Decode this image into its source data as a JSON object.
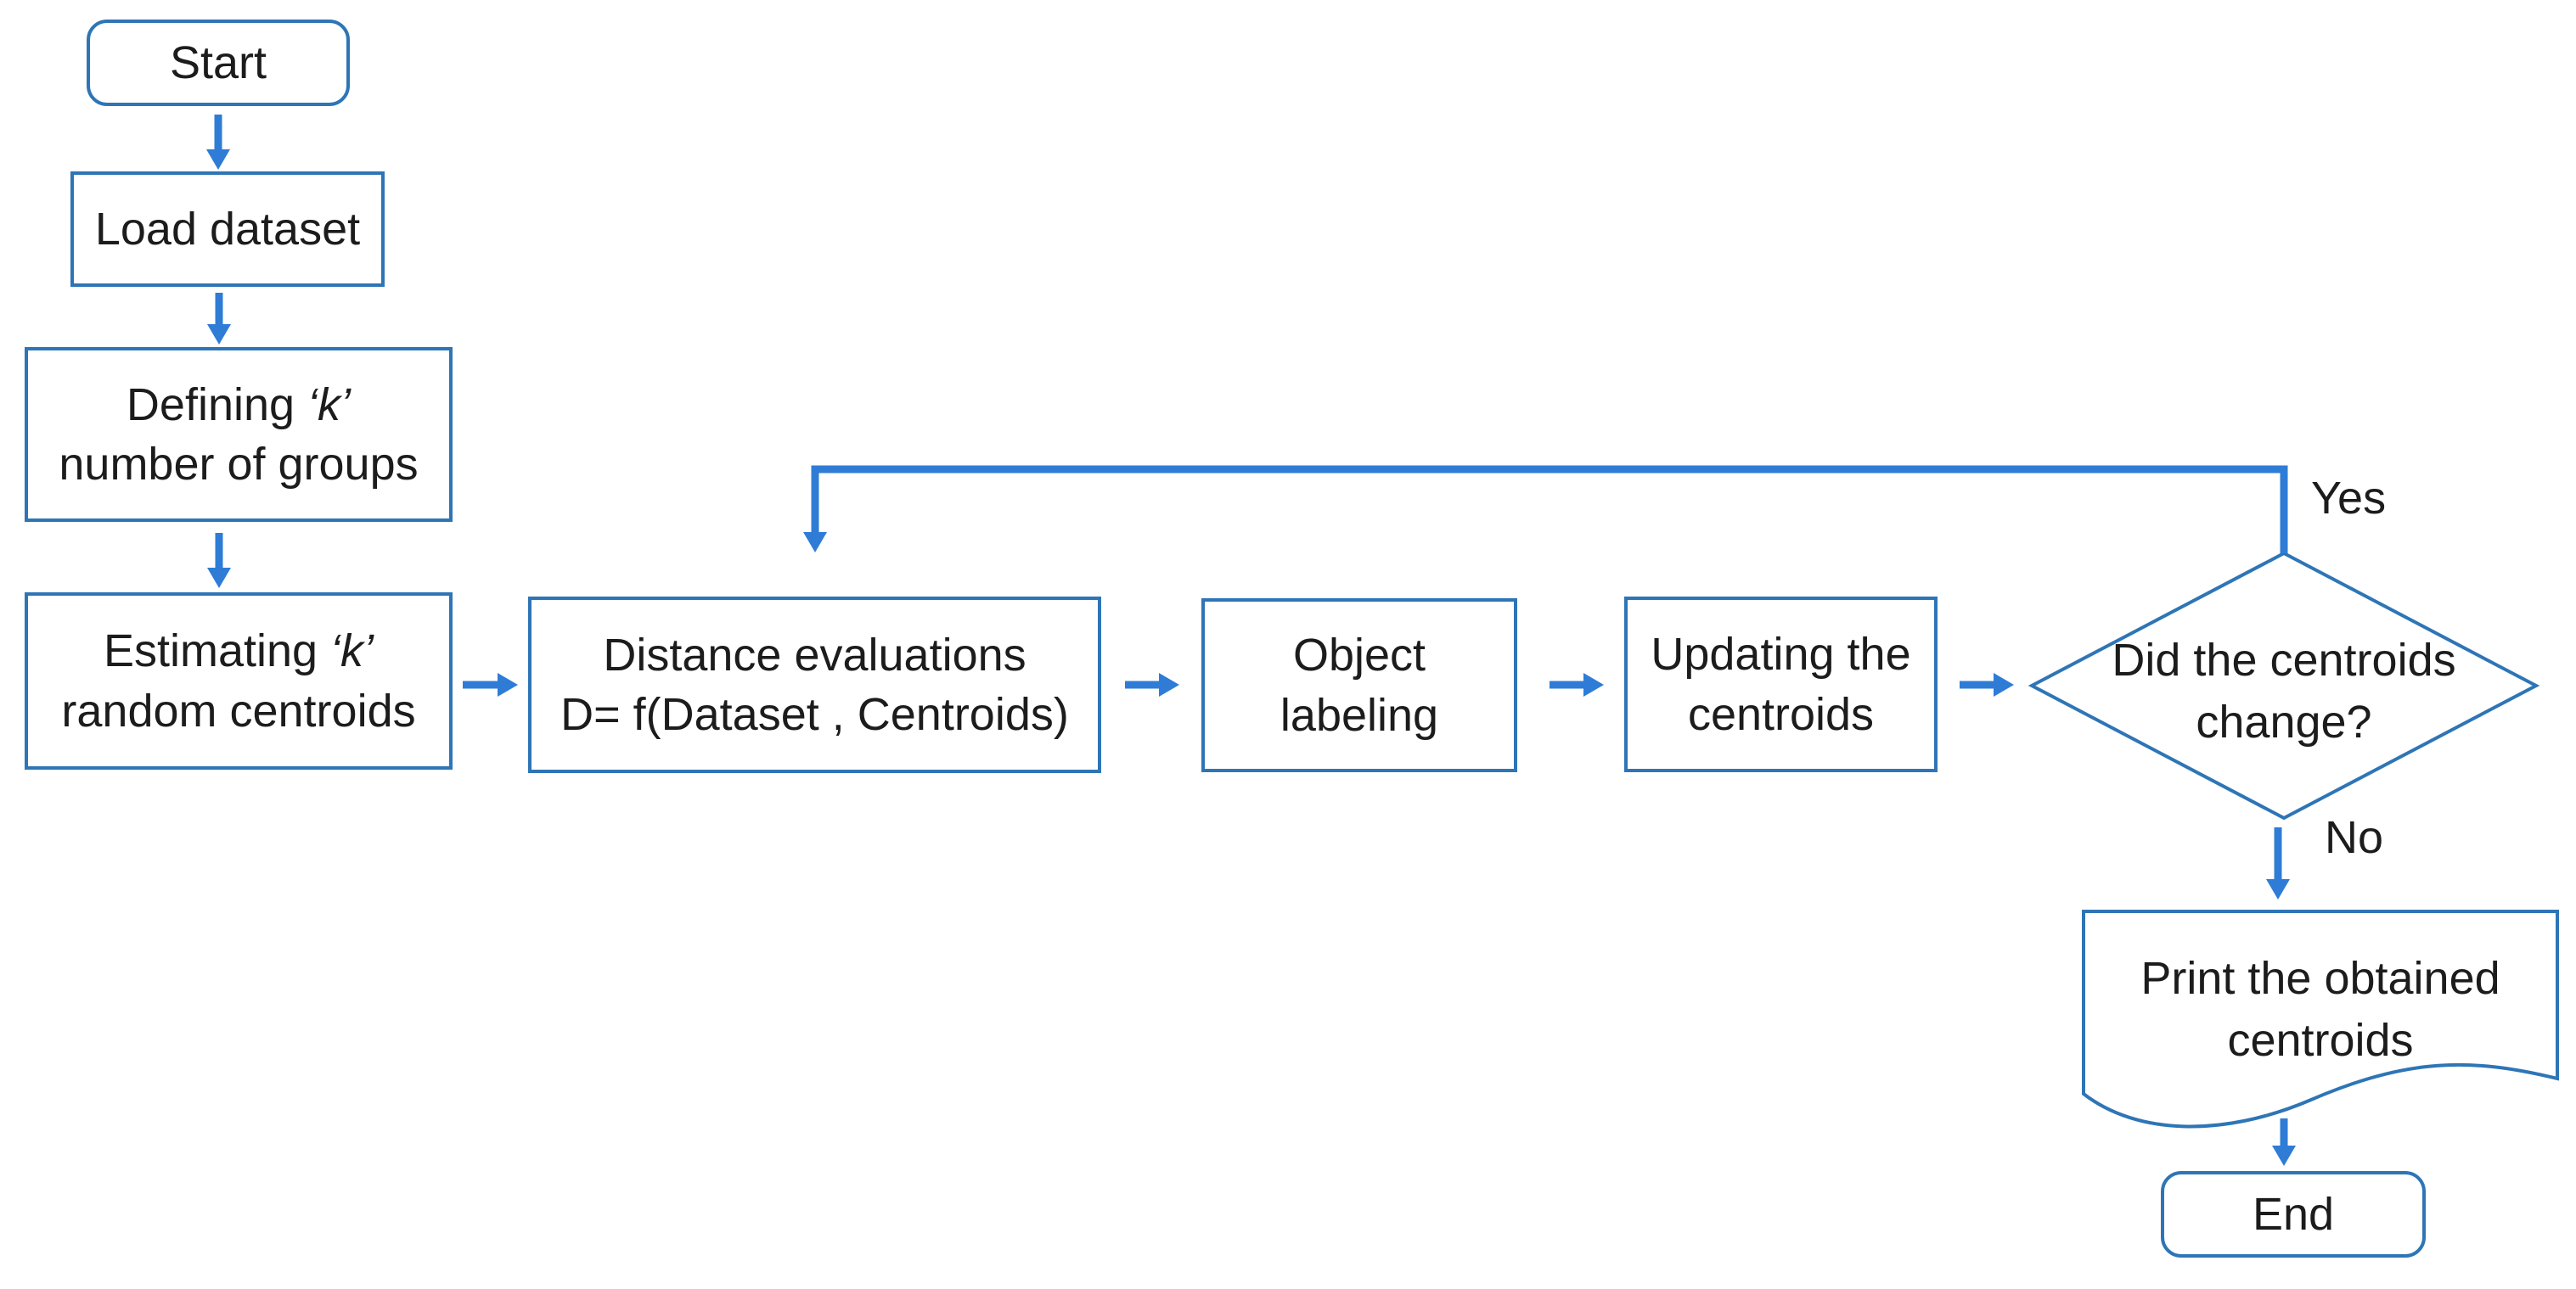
{
  "nodes": {
    "start": {
      "label": "Start"
    },
    "load": {
      "label": "Load dataset"
    },
    "defining": {
      "prefix": "Defining ",
      "k": "‘k’",
      "line2": "number of groups"
    },
    "estimating": {
      "prefix": "Estimating ",
      "k": "‘k’",
      "line2": "random centroids"
    },
    "distance": {
      "line1": "Distance evaluations",
      "line2": "D= f(Dataset , Centroids)"
    },
    "object": {
      "line1": "Object",
      "line2": "labeling"
    },
    "updating": {
      "line1": "Updating the",
      "line2": "centroids"
    },
    "decision": {
      "line1": "Did the centroids",
      "line2": "change?"
    },
    "print": {
      "line1": "Print the obtained",
      "line2": "centroids"
    },
    "end": {
      "label": "End"
    }
  },
  "edges": {
    "yes_label": "Yes",
    "no_label": "No"
  },
  "colors": {
    "shape_border": "#2E75B6",
    "arrow": "#2F7CD6",
    "text": "#1C1C1C",
    "background": "#FFFFFF"
  }
}
